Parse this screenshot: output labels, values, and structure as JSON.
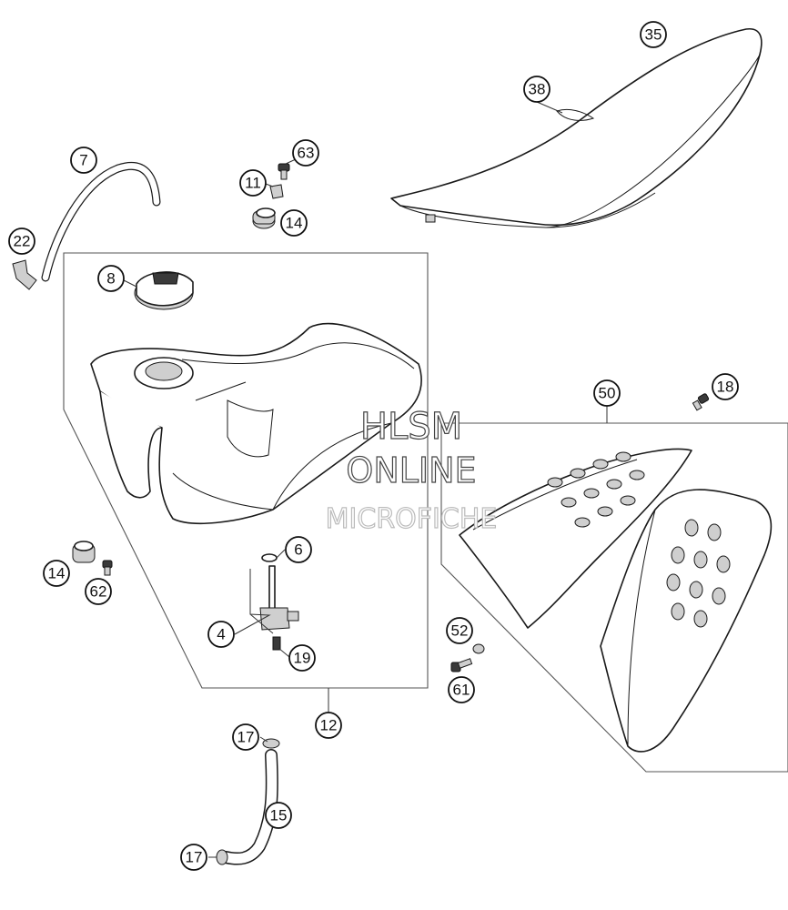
{
  "callouts": [
    {
      "id": "c35",
      "label": "35"
    },
    {
      "id": "c38",
      "label": "38"
    },
    {
      "id": "c7",
      "label": "7"
    },
    {
      "id": "c63",
      "label": "63"
    },
    {
      "id": "c11",
      "label": "11"
    },
    {
      "id": "c14a",
      "label": "14"
    },
    {
      "id": "c22",
      "label": "22"
    },
    {
      "id": "c8",
      "label": "8"
    },
    {
      "id": "c50",
      "label": "50"
    },
    {
      "id": "c18",
      "label": "18"
    },
    {
      "id": "c6",
      "label": "6"
    },
    {
      "id": "c14b",
      "label": "14"
    },
    {
      "id": "c62",
      "label": "62"
    },
    {
      "id": "c4",
      "label": "4"
    },
    {
      "id": "c19",
      "label": "19"
    },
    {
      "id": "c52",
      "label": "52"
    },
    {
      "id": "c61",
      "label": "61"
    },
    {
      "id": "c12",
      "label": "12"
    },
    {
      "id": "c17a",
      "label": "17"
    },
    {
      "id": "c15",
      "label": "15"
    },
    {
      "id": "c17b",
      "label": "17"
    }
  ],
  "watermark": {
    "line1": "HLSM",
    "line2": "ONLINE",
    "line3": "MICROFICHE"
  }
}
